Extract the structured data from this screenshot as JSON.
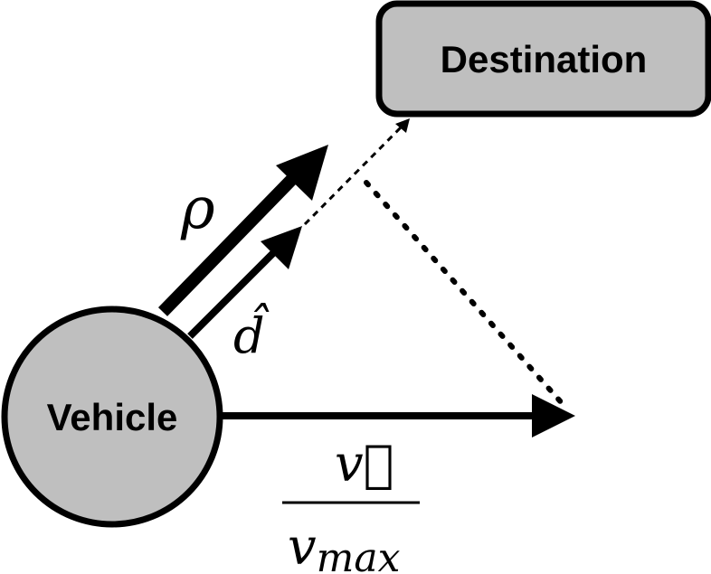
{
  "destination": {
    "label": "Destination"
  },
  "vehicle": {
    "label": "Vehicle"
  },
  "vectors": {
    "rho_label": "ρ",
    "d_hat_label": "d̂",
    "v_numerator": "v⃗",
    "v_denominator": "vmax"
  },
  "colors": {
    "node_fill": "#bfbfbf",
    "stroke": "#000000",
    "background": "#ffffff"
  }
}
